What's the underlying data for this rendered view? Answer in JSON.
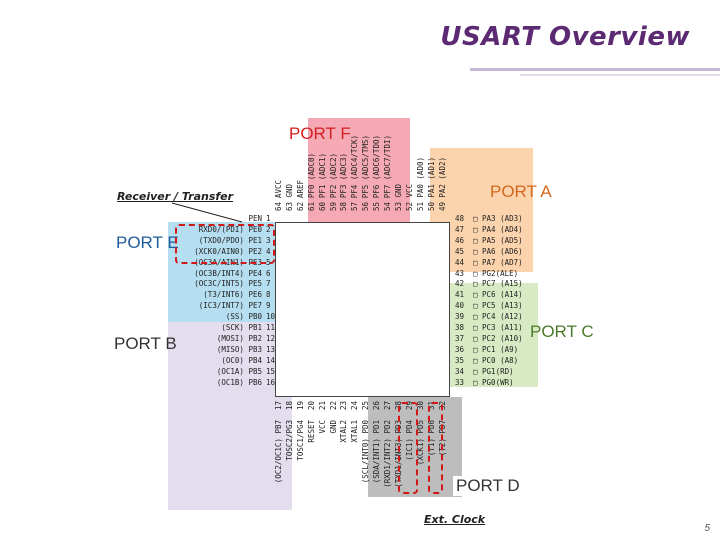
{
  "title": "USART Overview",
  "page_number": "5",
  "notes": {
    "receiver_transfer": "Receiver / Transfer",
    "ext_clock": "Ext. Clock"
  },
  "ports": {
    "f": "PORT F",
    "a": "PORT A",
    "e": "PORT E",
    "b": "PORT B",
    "c": "PORT C",
    "d": "PORT D"
  },
  "colors": {
    "port_f": "#f4a9b4",
    "port_a": "#fbd3ad",
    "port_e": "#b5def0",
    "port_b": "#e3dded",
    "port_c": "#d8eac4",
    "port_d": "#bdbdbd",
    "highlight": "#d21919",
    "title": "#5b2a72"
  },
  "left_pins": [
    {
      "num": "1",
      "name": "PEN"
    },
    {
      "num": "2",
      "name": "RXD0/(PDI) PE0"
    },
    {
      "num": "3",
      "name": "(TXD0/PDO) PE1"
    },
    {
      "num": "4",
      "name": "(XCK0/AIN0) PE2"
    },
    {
      "num": "5",
      "name": "(OC3A/AIN1) PE3"
    },
    {
      "num": "6",
      "name": "(OC3B/INT4) PE4"
    },
    {
      "num": "7",
      "name": "(OC3C/INT5) PE5"
    },
    {
      "num": "8",
      "name": "(T3/INT6) PE6"
    },
    {
      "num": "9",
      "name": "(IC3/INT7) PE7"
    },
    {
      "num": "10",
      "name": "(SS) PB0"
    },
    {
      "num": "11",
      "name": "(SCK) PB1"
    },
    {
      "num": "12",
      "name": "(MOSI) PB2"
    },
    {
      "num": "13",
      "name": "(MISO) PB3"
    },
    {
      "num": "14",
      "name": "(OC0) PB4"
    },
    {
      "num": "15",
      "name": "(OC1A) PB5"
    },
    {
      "num": "16",
      "name": "(OC1B) PB6"
    }
  ],
  "right_pins": [
    {
      "num": "48",
      "name": "PA3 (AD3)"
    },
    {
      "num": "47",
      "name": "PA4 (AD4)"
    },
    {
      "num": "46",
      "name": "PA5 (AD5)"
    },
    {
      "num": "45",
      "name": "PA6 (AD6)"
    },
    {
      "num": "44",
      "name": "PA7 (AD7)"
    },
    {
      "num": "43",
      "name": "PG2(ALE)"
    },
    {
      "num": "42",
      "name": "PC7 (A15)"
    },
    {
      "num": "41",
      "name": "PC6 (A14)"
    },
    {
      "num": "40",
      "name": "PC5 (A13)"
    },
    {
      "num": "39",
      "name": "PC4 (A12)"
    },
    {
      "num": "38",
      "name": "PC3 (A11)"
    },
    {
      "num": "37",
      "name": "PC2 (A10)"
    },
    {
      "num": "36",
      "name": "PC1 (A9)"
    },
    {
      "num": "35",
      "name": "PC0 (A8)"
    },
    {
      "num": "34",
      "name": "PG1(RD)"
    },
    {
      "num": "33",
      "name": "PG0(WR)"
    }
  ],
  "top_pins": [
    {
      "num": "64",
      "name": "AVCC"
    },
    {
      "num": "63",
      "name": "GND"
    },
    {
      "num": "62",
      "name": "AREF"
    },
    {
      "num": "61",
      "name": "PF0 (ADC0)"
    },
    {
      "num": "60",
      "name": "PF1 (ADC1)"
    },
    {
      "num": "59",
      "name": "PF2 (ADC2)"
    },
    {
      "num": "58",
      "name": "PF3 (ADC3)"
    },
    {
      "num": "57",
      "name": "PF4 (ADC4/TCK)"
    },
    {
      "num": "56",
      "name": "PF5 (ADC5/TMS)"
    },
    {
      "num": "55",
      "name": "PF6 (ADC6/TDO)"
    },
    {
      "num": "54",
      "name": "PF7 (ADC7/TDI)"
    },
    {
      "num": "53",
      "name": "GND"
    },
    {
      "num": "52",
      "name": "VCC"
    },
    {
      "num": "51",
      "name": "PA0 (AD0)"
    },
    {
      "num": "50",
      "name": "PA1 (AD1)"
    },
    {
      "num": "49",
      "name": "PA2 (AD2)"
    }
  ],
  "bottom_pins": [
    {
      "num": "17",
      "name": "(OC2/OC1C) PB7"
    },
    {
      "num": "18",
      "name": "TOSC2/PG3"
    },
    {
      "num": "19",
      "name": "TOSC1/PG4"
    },
    {
      "num": "20",
      "name": "RESET"
    },
    {
      "num": "21",
      "name": "VCC"
    },
    {
      "num": "22",
      "name": "GND"
    },
    {
      "num": "23",
      "name": "XTAL2"
    },
    {
      "num": "24",
      "name": "XTAL1"
    },
    {
      "num": "25",
      "name": "(SCL/INT0) PD0"
    },
    {
      "num": "26",
      "name": "(SDA/INT1) PD1"
    },
    {
      "num": "27",
      "name": "(RXD1/INT2) PD2"
    },
    {
      "num": "28",
      "name": "(TXD1/INT3) PD3"
    },
    {
      "num": "29",
      "name": "(IC1) PD4"
    },
    {
      "num": "30",
      "name": "(XCK1) PD5"
    },
    {
      "num": "31",
      "name": "(T1) PD6"
    },
    {
      "num": "32",
      "name": "(T2) PD7"
    }
  ]
}
